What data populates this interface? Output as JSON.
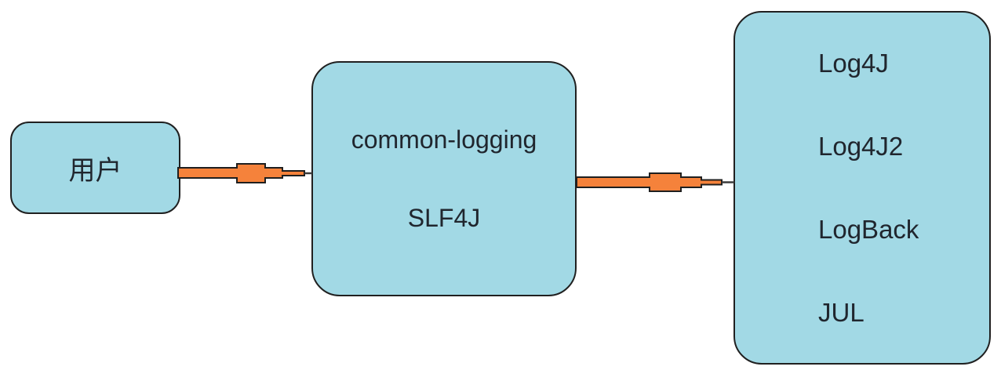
{
  "diagram": {
    "nodes": [
      {
        "id": "user",
        "label": "用户"
      },
      {
        "id": "facade",
        "lines": [
          "common-logging",
          "SLF4J"
        ]
      },
      {
        "id": "implementations",
        "lines": [
          "Log4J",
          "Log4J2",
          "LogBack",
          "JUL"
        ]
      }
    ],
    "edges": [
      {
        "from": "user",
        "to": "facade",
        "style": "orange-block-arrow"
      },
      {
        "from": "facade",
        "to": "implementations",
        "style": "orange-block-arrow"
      }
    ]
  },
  "colors": {
    "node_fill": "#a2d9e5",
    "node_border": "#202020",
    "text": "#20262e",
    "arrow_fill": "#f5823b",
    "arrow_stroke": "#1f1f1f",
    "connector": "#3a3a3a",
    "background": "#ffffff"
  }
}
